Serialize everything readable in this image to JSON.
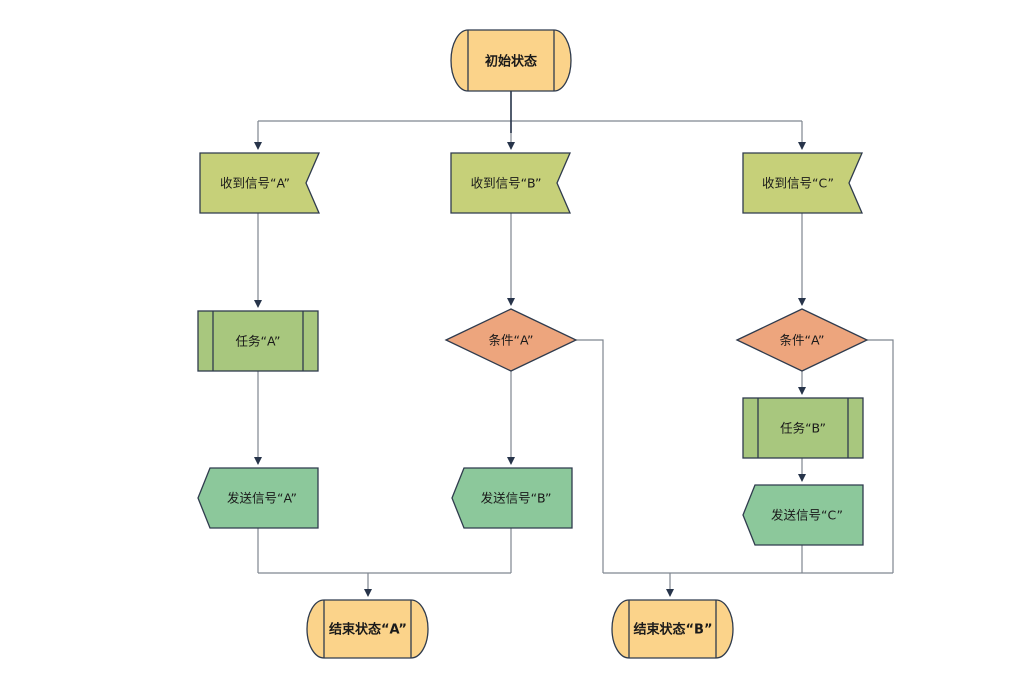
{
  "diagram": {
    "type": "sdl-flowchart",
    "background": "#ffffff",
    "colors": {
      "state_fill": "#fbd38a",
      "receive_signal_fill": "#c6d079",
      "task_fill": "#a8c77e",
      "decision_fill": "#eda57d",
      "send_signal_fill": "#8cc89b",
      "shape_border": "#2f3b4d",
      "connector_line": "#7f8690",
      "arrowhead": "#27344a",
      "text": "#1a1a1a"
    },
    "nodes": {
      "start": {
        "label": "初始状态",
        "shape": "state"
      },
      "receive_a": {
        "label": "收到信号“A”",
        "shape": "receive-signal"
      },
      "receive_b": {
        "label": "收到信号“B”",
        "shape": "receive-signal"
      },
      "receive_c": {
        "label": "收到信号“C”",
        "shape": "receive-signal"
      },
      "task_a": {
        "label": "任务“A”",
        "shape": "task"
      },
      "condition_mid": {
        "label": "条件“A”",
        "shape": "decision"
      },
      "condition_right": {
        "label": "条件“A”",
        "shape": "decision"
      },
      "task_b": {
        "label": "任务“B”",
        "shape": "task"
      },
      "send_a": {
        "label": "发送信号“A”",
        "shape": "send-signal"
      },
      "send_b": {
        "label": "发送信号“B”",
        "shape": "send-signal"
      },
      "send_c": {
        "label": "发送信号“C”",
        "shape": "send-signal"
      },
      "end_a": {
        "label": "结束状态“A”",
        "shape": "state"
      },
      "end_b": {
        "label": "结束状态“B”",
        "shape": "state"
      }
    },
    "edges": [
      {
        "from": "start",
        "to": "receive_a"
      },
      {
        "from": "start",
        "to": "receive_b"
      },
      {
        "from": "start",
        "to": "receive_c"
      },
      {
        "from": "receive_a",
        "to": "task_a"
      },
      {
        "from": "task_a",
        "to": "send_a"
      },
      {
        "from": "send_a",
        "to": "end_a"
      },
      {
        "from": "receive_b",
        "to": "condition_mid"
      },
      {
        "from": "condition_mid",
        "to": "send_b"
      },
      {
        "from": "condition_mid",
        "to": "end_b",
        "via": "right-bypass"
      },
      {
        "from": "send_b",
        "to": "end_a"
      },
      {
        "from": "receive_c",
        "to": "condition_right"
      },
      {
        "from": "condition_right",
        "to": "task_b"
      },
      {
        "from": "condition_right",
        "to": "end_b",
        "via": "right-bypass"
      },
      {
        "from": "task_b",
        "to": "send_c"
      },
      {
        "from": "send_c",
        "to": "end_b"
      }
    ]
  }
}
